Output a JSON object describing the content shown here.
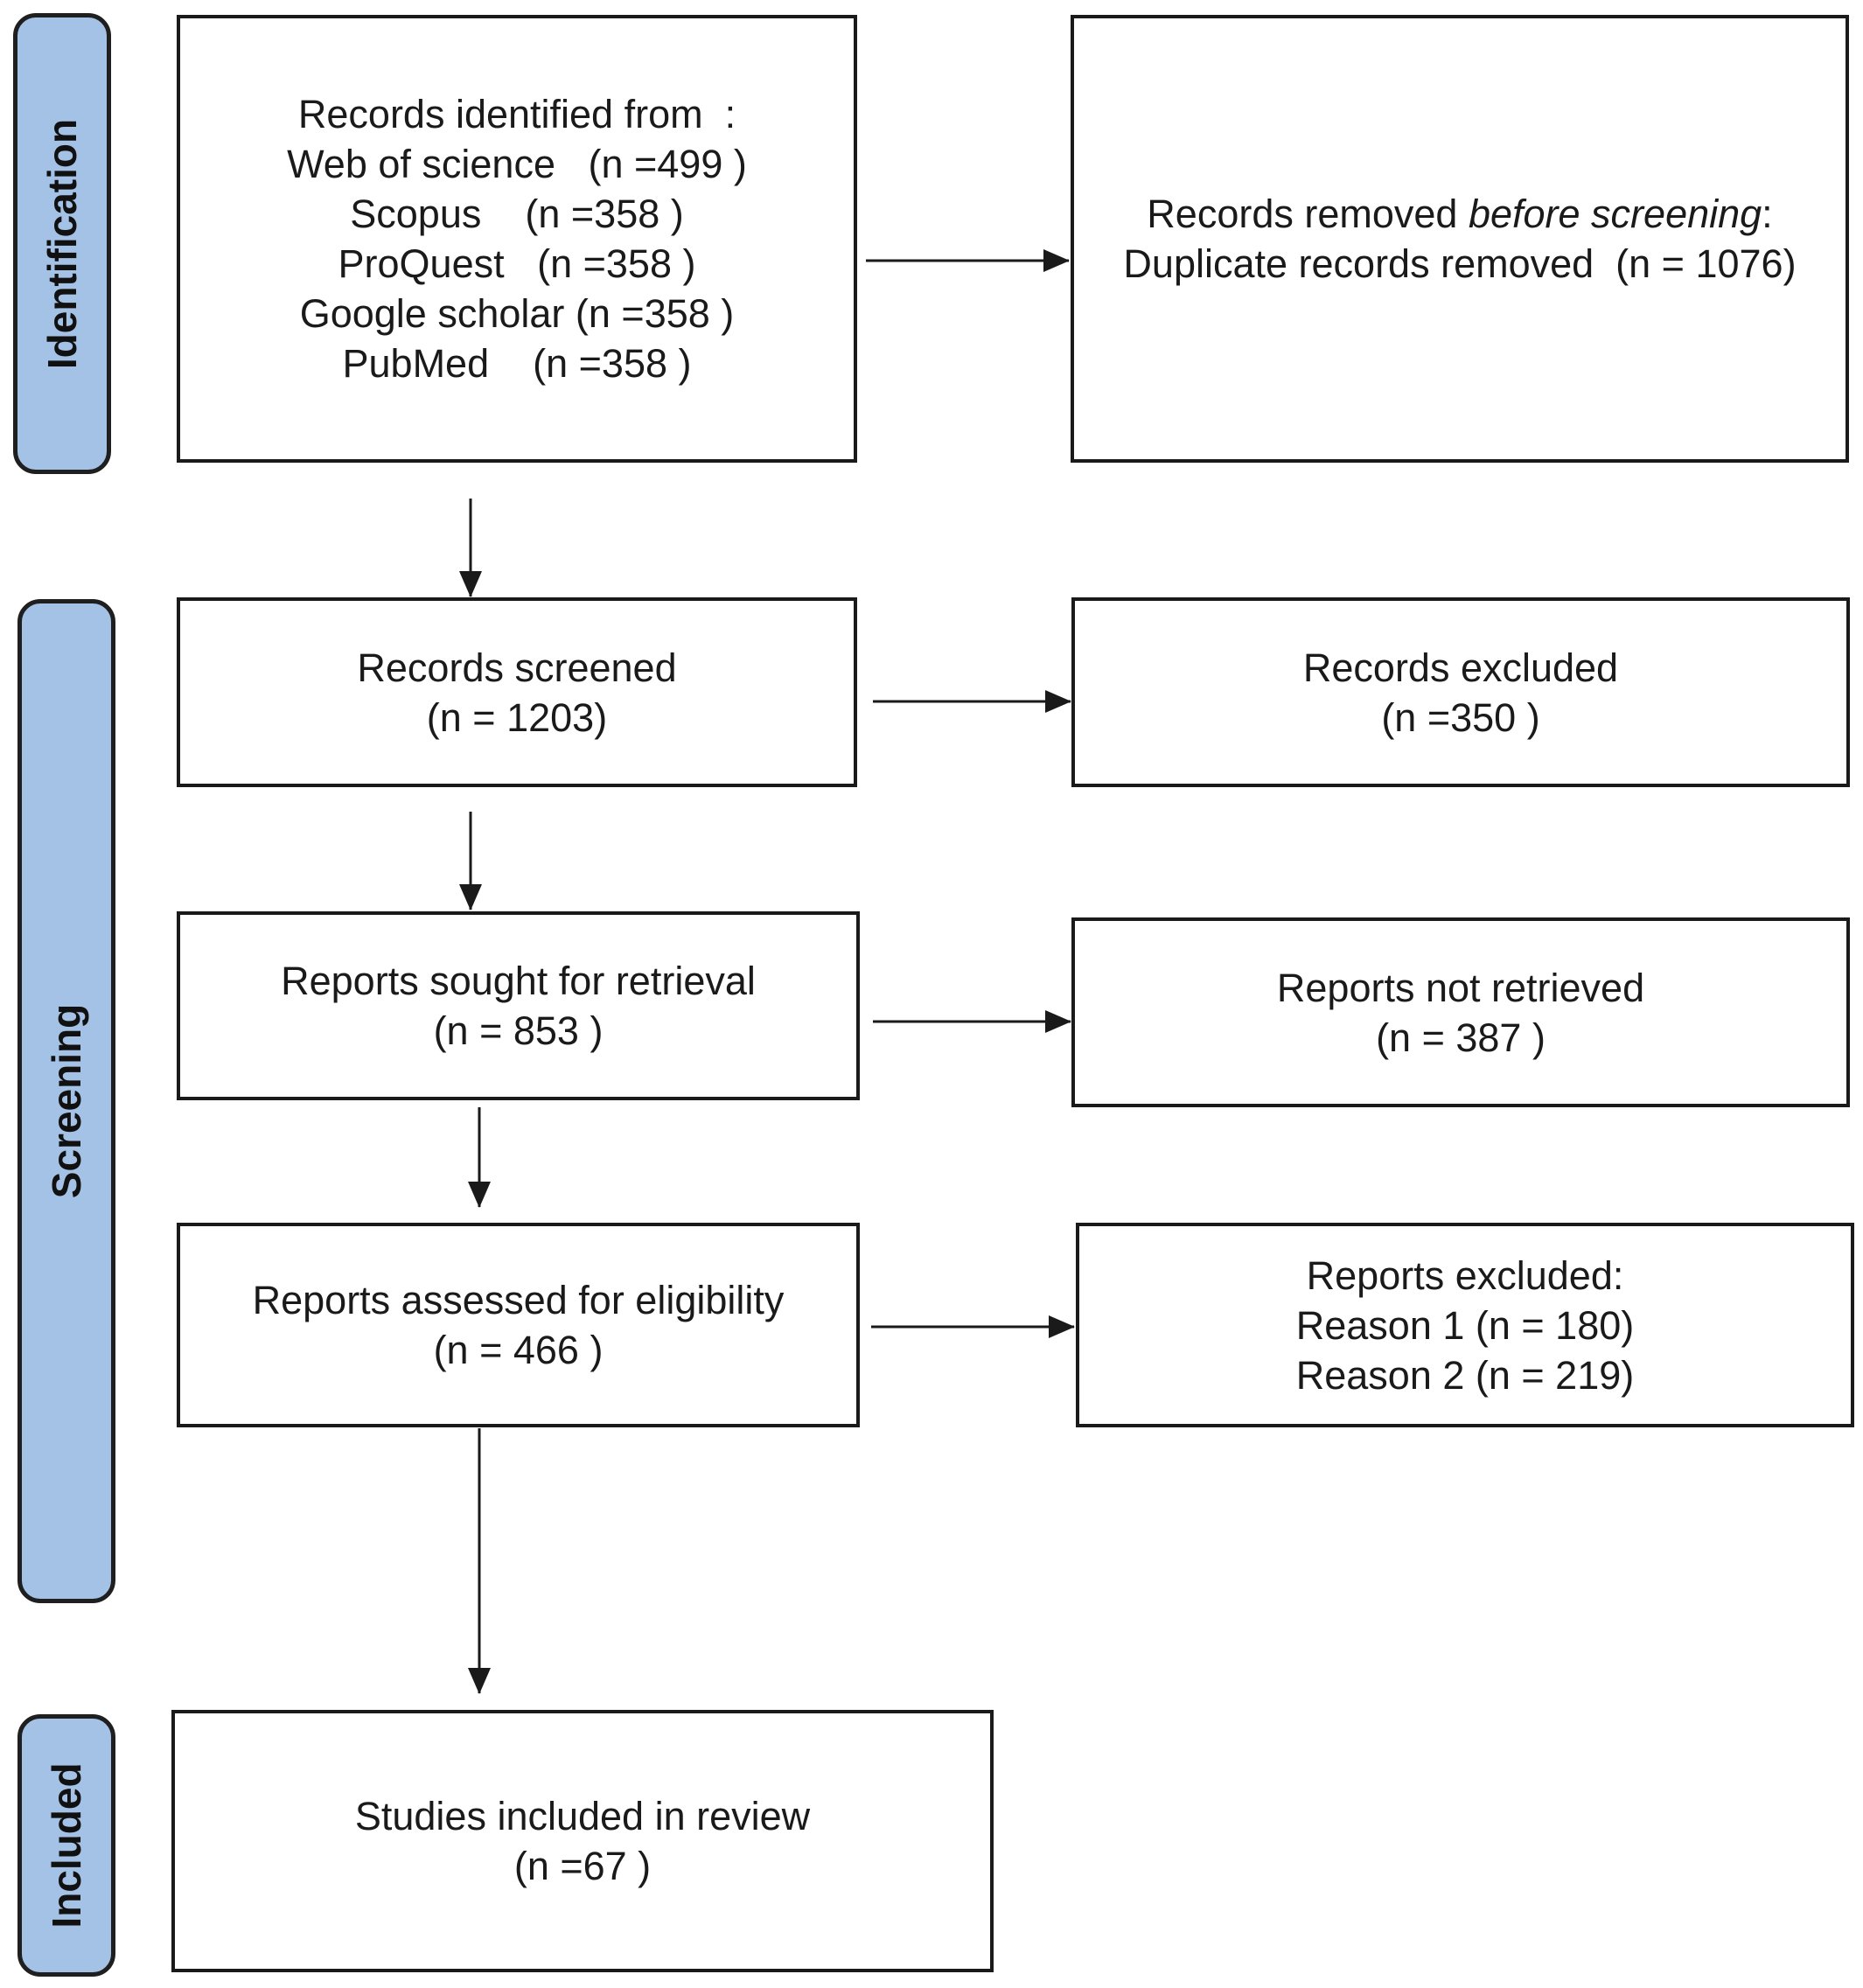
{
  "phases": {
    "identification": "Identification",
    "screening": "Screening",
    "included": "Included"
  },
  "identification_box": {
    "title": "Records identified from  :",
    "sources": [
      "Web of science   (n =499 )",
      "Scopus    (n =358 )",
      "ProQuest   (n =358 )",
      "Google scholar (n =358 )",
      "PubMed    (n =358 )"
    ]
  },
  "removed_box": {
    "line1_prefix": "Records removed ",
    "line1_italic": "before screening",
    "line1_suffix": ":",
    "line2": "Duplicate records removed  (n = 1076)"
  },
  "screened_box": {
    "label": "Records screened",
    "count": "(n = 1203)"
  },
  "excluded_box": {
    "label": "Records excluded",
    "count": "(n =350 )"
  },
  "sought_box": {
    "label": "Reports sought for retrieval",
    "count": "(n = 853 )"
  },
  "not_retrieved_box": {
    "label": "Reports not retrieved",
    "count": "(n = 387 )"
  },
  "assessed_box": {
    "label": "Reports assessed for eligibility",
    "count": "(n = 466 )"
  },
  "reports_excluded_box": {
    "label": "Reports excluded:",
    "reasons": [
      "Reason 1 (n = 180)",
      "Reason 2 (n = 219)"
    ]
  },
  "included_box": {
    "label": "Studies included in review",
    "count": "(n =67 )"
  },
  "colors": {
    "phase_fill": "#a4c2e6",
    "stroke": "#1a1a1a"
  }
}
